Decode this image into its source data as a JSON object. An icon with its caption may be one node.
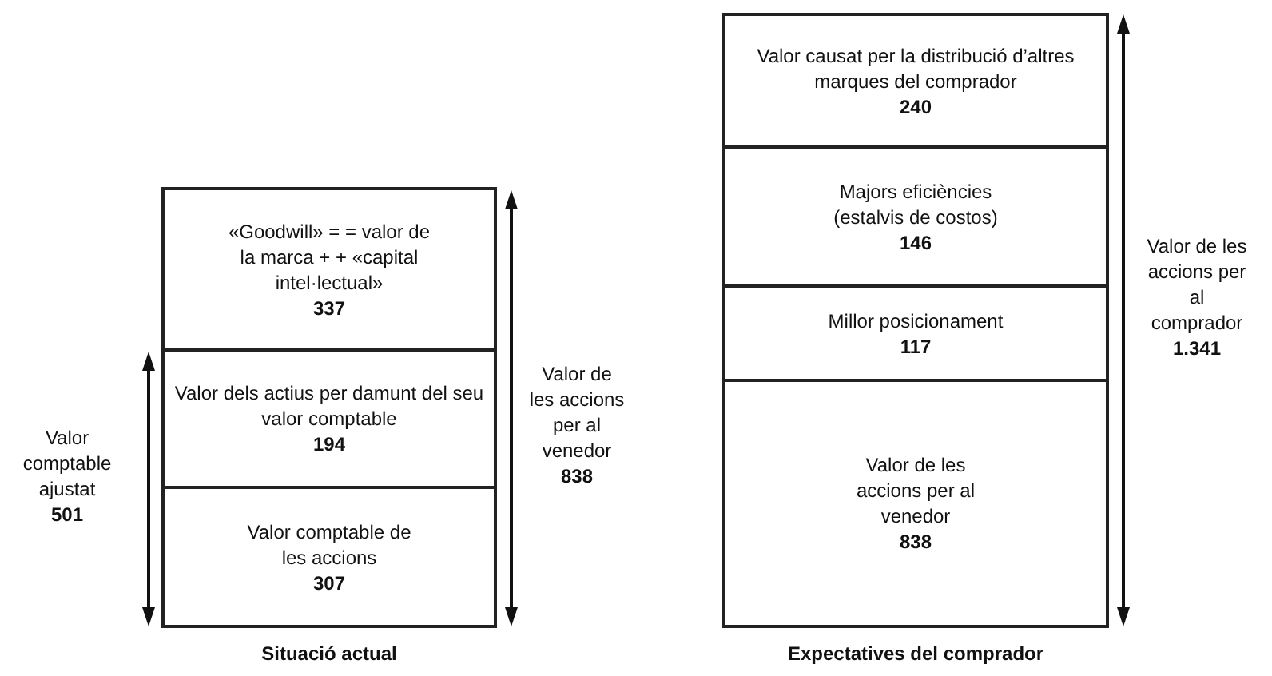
{
  "diagram": {
    "nodes": [
      {
        "text": [
          "«Goodwill» = = valor de la marca + + «capital intel·lectual»",
          "337"
        ]
      },
      {
        "text": [
          "Valor dels actius per damunt del seu valor comptable",
          "194"
        ]
      },
      {
        "text": [
          "Valor comptable de les accions",
          "307"
        ]
      },
      {
        "text": [
          "Valor causat per la distribució d’altres marques del comprador",
          "240"
        ]
      },
      {
        "text": [
          "Majors eficiències (estalvis de costos)",
          "146"
        ]
      },
      {
        "text": [
          "Millor posicionament",
          "117"
        ]
      },
      {
        "text": [
          "Valor de les accions per al venedor",
          "838"
        ]
      }
    ],
    "edges": [],
    "labels": [
      "Valor comptable ajustat",
      "501",
      "Valor de les accions per al venedor",
      "838",
      "Situació actual",
      "Valor de les accions per al comprador",
      "1.341",
      "Expectatives del comprador"
    ]
  }
}
